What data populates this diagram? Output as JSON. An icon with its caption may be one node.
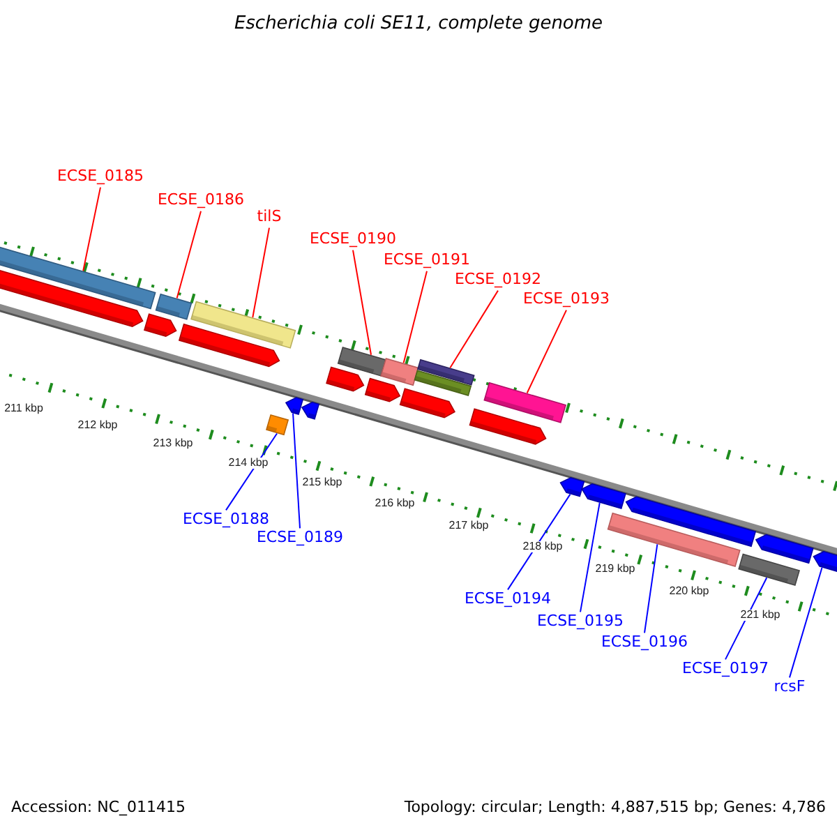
{
  "diagram": {
    "title": "Escherichia coli SE11, complete genome",
    "nodes": [
      {
        "text": [
          "ECSE_0185"
        ]
      },
      {
        "text": [
          "ECSE_0186"
        ]
      },
      {
        "text": [
          "tilS"
        ]
      },
      {
        "text": [
          "ECSE_0190"
        ]
      },
      {
        "text": [
          "ECSE_0191"
        ]
      },
      {
        "text": [
          "ECSE_0192"
        ]
      },
      {
        "text": [
          "ECSE_0193"
        ]
      },
      {
        "text": [
          "ECSE_0188"
        ]
      },
      {
        "text": [
          "ECSE_0189"
        ]
      },
      {
        "text": [
          "ECSE_0194"
        ]
      },
      {
        "text": [
          "ECSE_0195"
        ]
      },
      {
        "text": [
          "ECSE_0196"
        ]
      },
      {
        "text": [
          "ECSE_0197"
        ]
      },
      {
        "text": [
          "rcsF"
        ]
      },
      {
        "text": [],
        "shape": "bar"
      },
      {
        "text": [],
        "shape": "bar"
      },
      {
        "text": [],
        "shape": "bar"
      },
      {
        "text": [],
        "shape": "bar"
      },
      {
        "text": [],
        "shape": "bar"
      },
      {
        "text": [],
        "shape": "bar"
      },
      {
        "text": [],
        "shape": "bar"
      },
      {
        "text": [],
        "shape": "bar"
      },
      {
        "text": [],
        "shape": "bar"
      },
      {
        "text": [],
        "shape": "bar"
      },
      {
        "text": [],
        "shape": "bar"
      },
      {
        "text": [],
        "shape": "bar"
      },
      {
        "text": [],
        "shape": "bar"
      },
      {
        "text": [],
        "shape": "bar"
      },
      {
        "text": [],
        "shape": "bar"
      },
      {
        "text": [],
        "shape": "bar"
      },
      {
        "text": [],
        "shape": "bar"
      },
      {
        "text": [],
        "shape": "bar"
      },
      {
        "text": [],
        "shape": "bar"
      },
      {
        "text": [],
        "shape": "bar"
      },
      {
        "text": [],
        "shape": "bar"
      },
      {
        "text": [],
        "shape": "bar"
      },
      {
        "text": [],
        "shape": "bar"
      },
      {
        "text": [],
        "shape": "bar"
      },
      {
        "text": [],
        "shape": "bar"
      }
    ],
    "edges": [
      {
        "from": 0,
        "to": 14,
        "arrow": "none"
      },
      {
        "from": 1,
        "to": 15,
        "arrow": "none"
      },
      {
        "from": 2,
        "to": 16,
        "arrow": "none"
      },
      {
        "from": 3,
        "to": 17,
        "arrow": "none"
      },
      {
        "from": 4,
        "to": 18,
        "arrow": "none"
      },
      {
        "from": 5,
        "to": 19,
        "arrow": "none"
      },
      {
        "from": 6,
        "to": 20,
        "arrow": "none"
      },
      {
        "from": 7,
        "to": 21,
        "arrow": "none",
        "color": "#0000ff"
      },
      {
        "from": 8,
        "to": 22,
        "arrow": "none",
        "color": "#0000ff"
      },
      {
        "from": 9,
        "to": 23,
        "arrow": "none",
        "color": "#0000ff"
      },
      {
        "from": 10,
        "to": 24,
        "arrow": "none",
        "color": "#0000ff"
      },
      {
        "from": 11,
        "to": 25,
        "arrow": "none",
        "color": "#0000ff"
      },
      {
        "from": 12,
        "to": 26,
        "arrow": "none",
        "color": "#0000ff"
      },
      {
        "from": 13,
        "to": 27,
        "arrow": "none",
        "color": "#0000ff"
      }
    ],
    "labels": [
      "211 kbp",
      "212 kbp",
      "213 kbp",
      "214 kbp",
      "215 kbp",
      "216 kbp",
      "217 kbp",
      "218 kbp",
      "219 kbp",
      "220 kbp",
      "221 kbp",
      "Accession: NC_011415",
      "Topology: circular; Length: 4,887,515 bp; Genes: 4,786"
    ]
  }
}
